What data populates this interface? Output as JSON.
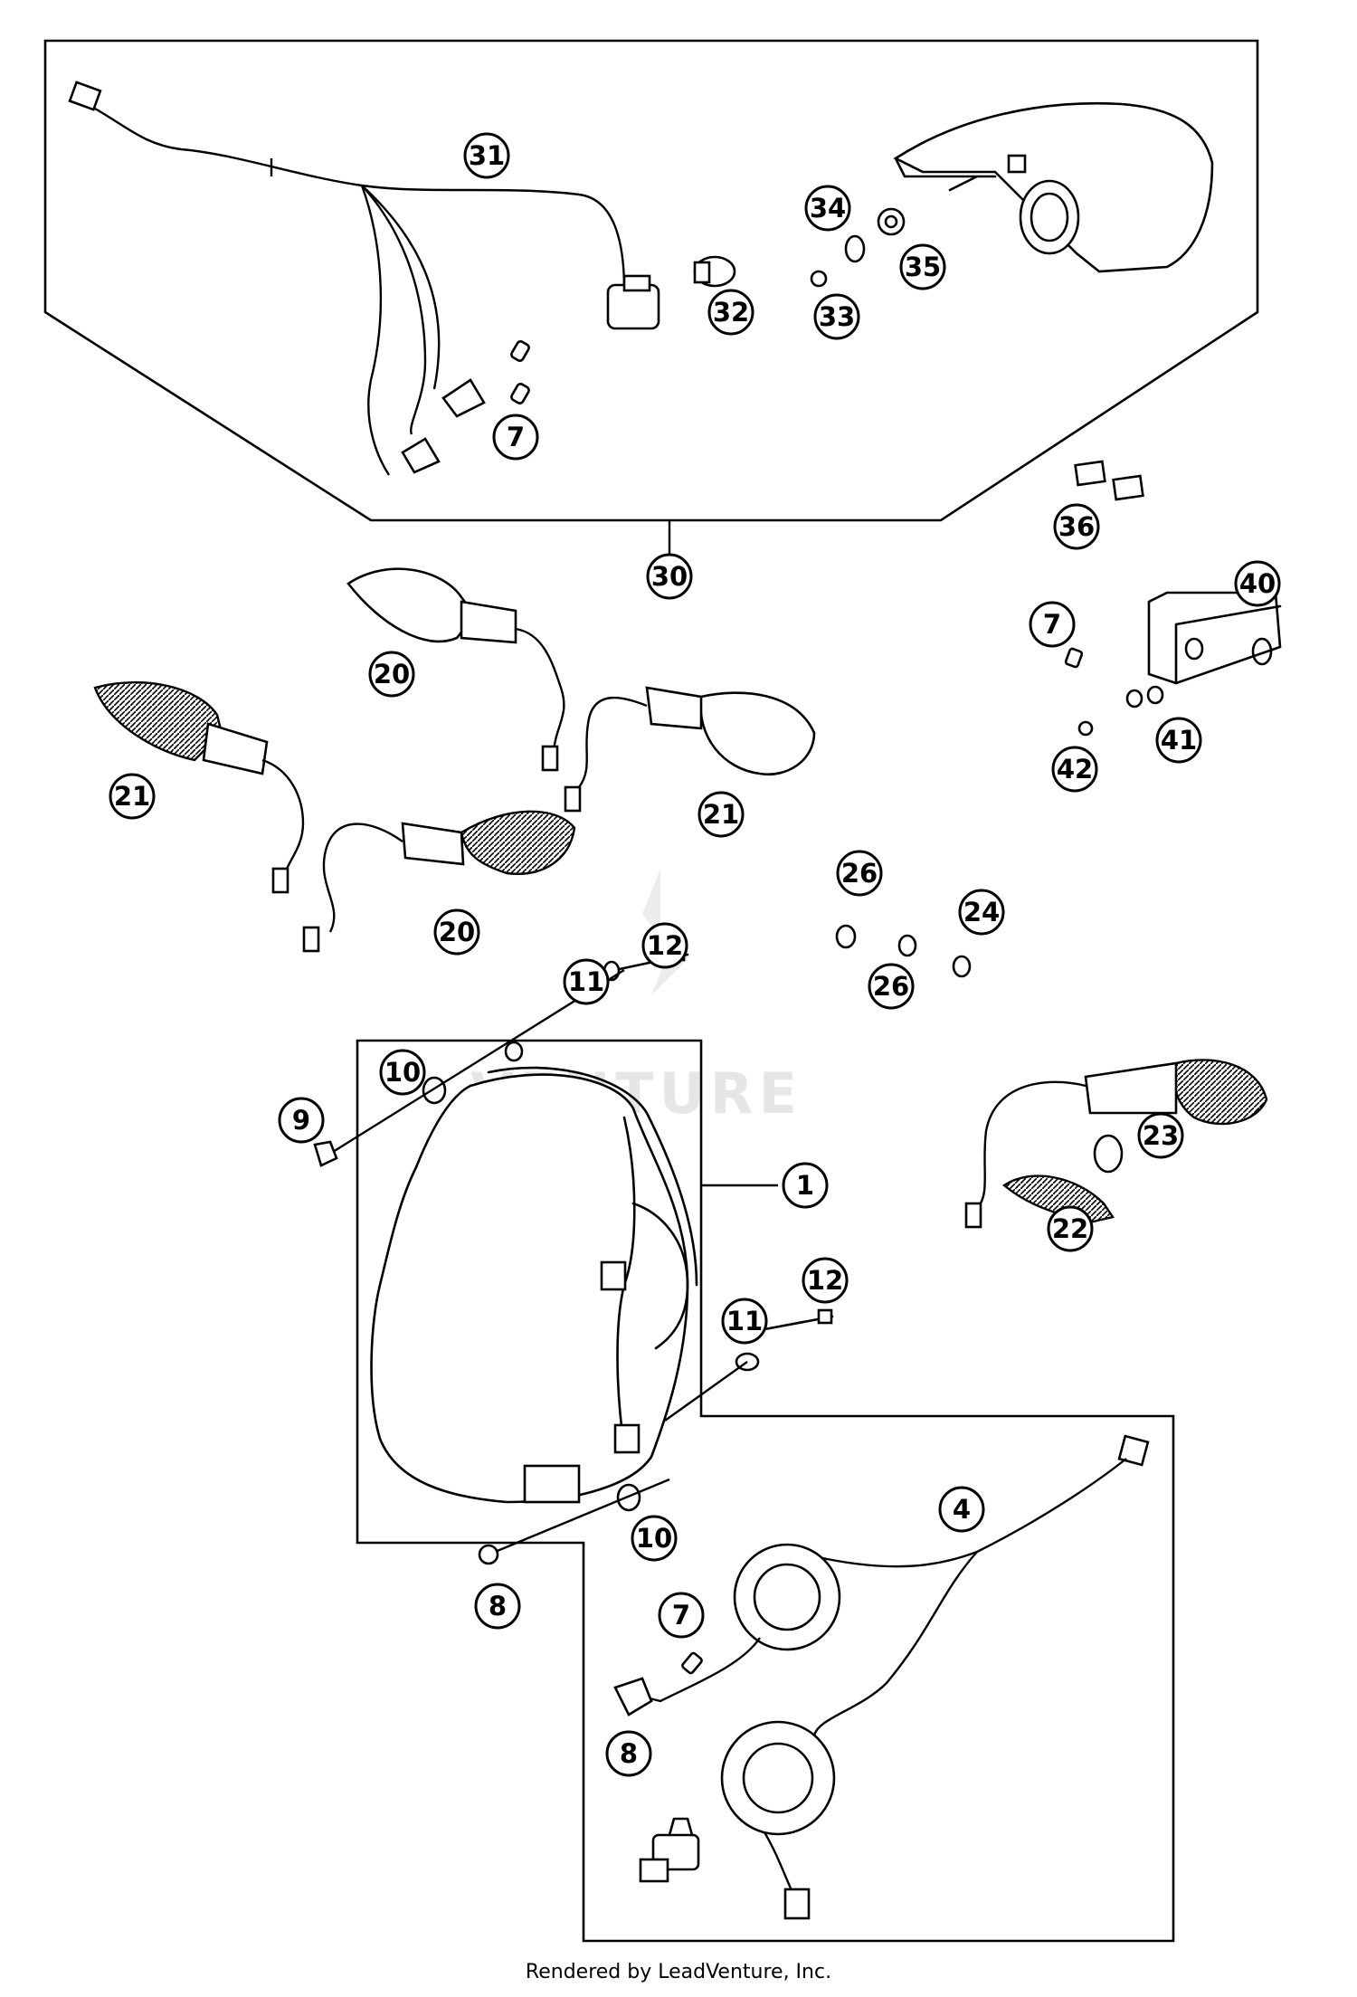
{
  "watermark": {
    "text": "VENTURE"
  },
  "credit": "Rendered by LeadVenture, Inc.",
  "callouts": [
    {
      "id": "c31",
      "label": "31"
    },
    {
      "id": "c34",
      "label": "34"
    },
    {
      "id": "c35",
      "label": "35"
    },
    {
      "id": "c32",
      "label": "32"
    },
    {
      "id": "c33",
      "label": "33"
    },
    {
      "id": "c7a",
      "label": "7"
    },
    {
      "id": "c30",
      "label": "30"
    },
    {
      "id": "c36",
      "label": "36"
    },
    {
      "id": "c40",
      "label": "40"
    },
    {
      "id": "c7b",
      "label": "7"
    },
    {
      "id": "c41",
      "label": "41"
    },
    {
      "id": "c42",
      "label": "42"
    },
    {
      "id": "c20a",
      "label": "20"
    },
    {
      "id": "c21a",
      "label": "21"
    },
    {
      "id": "c21b",
      "label": "21"
    },
    {
      "id": "c20b",
      "label": "20"
    },
    {
      "id": "c26a",
      "label": "26"
    },
    {
      "id": "c24",
      "label": "24"
    },
    {
      "id": "c26b",
      "label": "26"
    },
    {
      "id": "c12a",
      "label": "12"
    },
    {
      "id": "c11a",
      "label": "11"
    },
    {
      "id": "c10a",
      "label": "10"
    },
    {
      "id": "c9",
      "label": "9"
    },
    {
      "id": "c1",
      "label": "1"
    },
    {
      "id": "c23",
      "label": "23"
    },
    {
      "id": "c22",
      "label": "22"
    },
    {
      "id": "c12b",
      "label": "12"
    },
    {
      "id": "c11b",
      "label": "11"
    },
    {
      "id": "c10b",
      "label": "10"
    },
    {
      "id": "c8a",
      "label": "8"
    },
    {
      "id": "c4",
      "label": "4"
    },
    {
      "id": "c7c",
      "label": "7"
    },
    {
      "id": "c8b",
      "label": "8"
    }
  ]
}
